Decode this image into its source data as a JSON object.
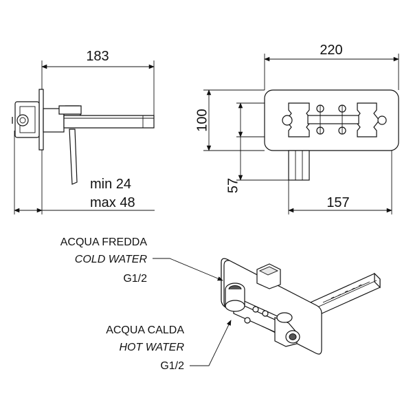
{
  "dimensions": {
    "side_width": "183",
    "front_width": "220",
    "front_height": "100",
    "spout_drop": "57",
    "spout_length": "157",
    "wall_min": "min 24",
    "wall_max": "max 48"
  },
  "callouts": {
    "cold": {
      "it": "ACQUA FREDDA",
      "en": "COLD WATER",
      "thread": "G1/2"
    },
    "hot": {
      "it": "ACQUA CALDA",
      "en": "HOT WATER",
      "thread": "G1/2"
    }
  }
}
